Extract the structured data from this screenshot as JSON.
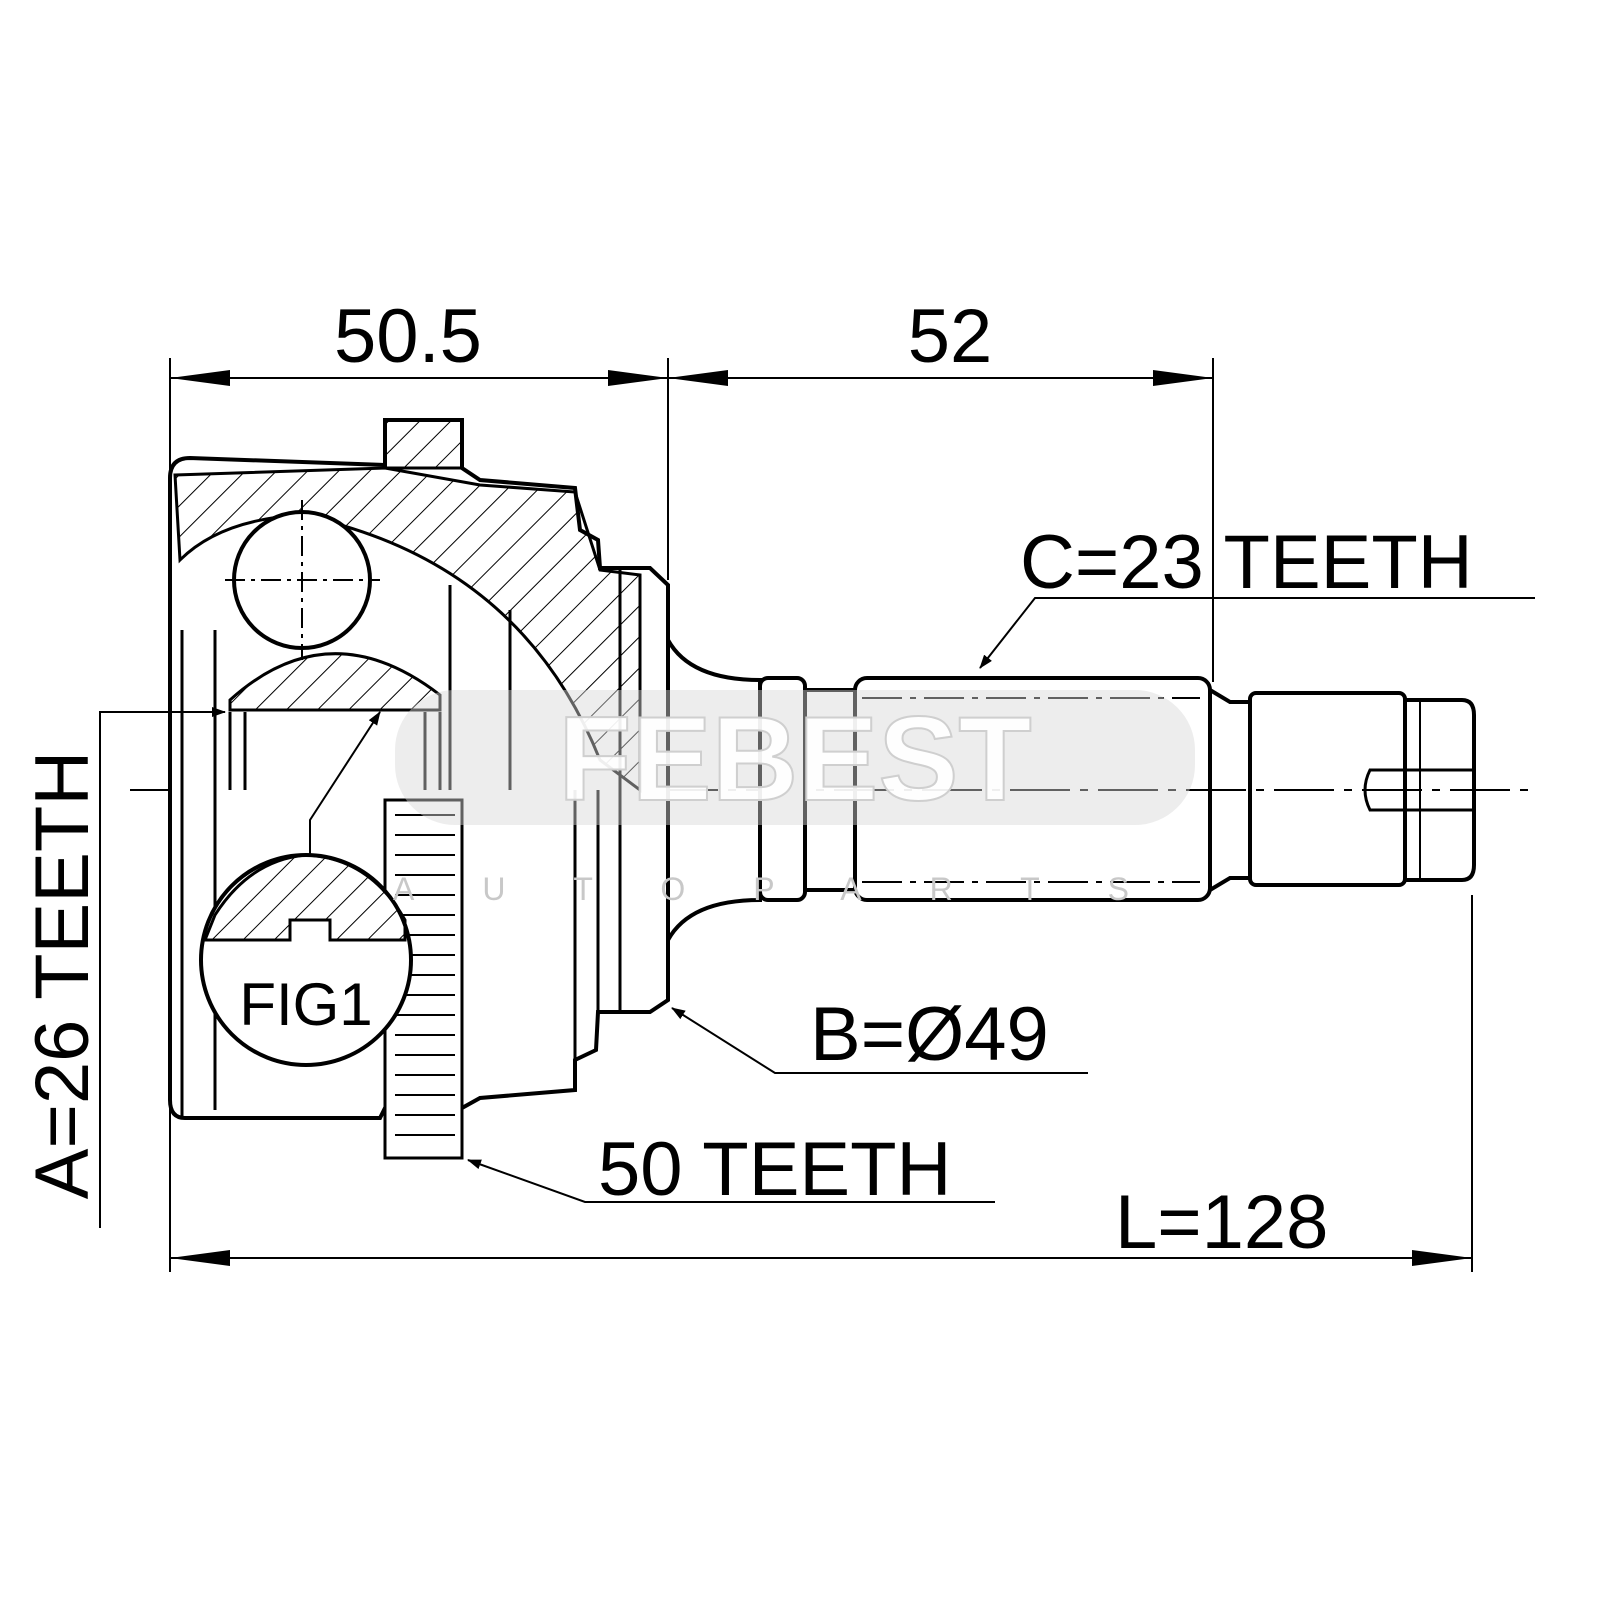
{
  "dimensions": {
    "housing_length": "50.5",
    "shaft_length": "52",
    "total_length": "L=128"
  },
  "callouts": {
    "outer_spline": "C=23 TEETH",
    "inner_spline": "A=26 TEETH",
    "seal_diameter": "B=Ø49",
    "abs_ring": "50 TEETH",
    "detail": "FIG1"
  },
  "watermark": {
    "brand": "FEBEST",
    "subtitle": "AUTOPARTS"
  },
  "colors": {
    "line": "#000000",
    "watermark": "#e6e6e6"
  }
}
